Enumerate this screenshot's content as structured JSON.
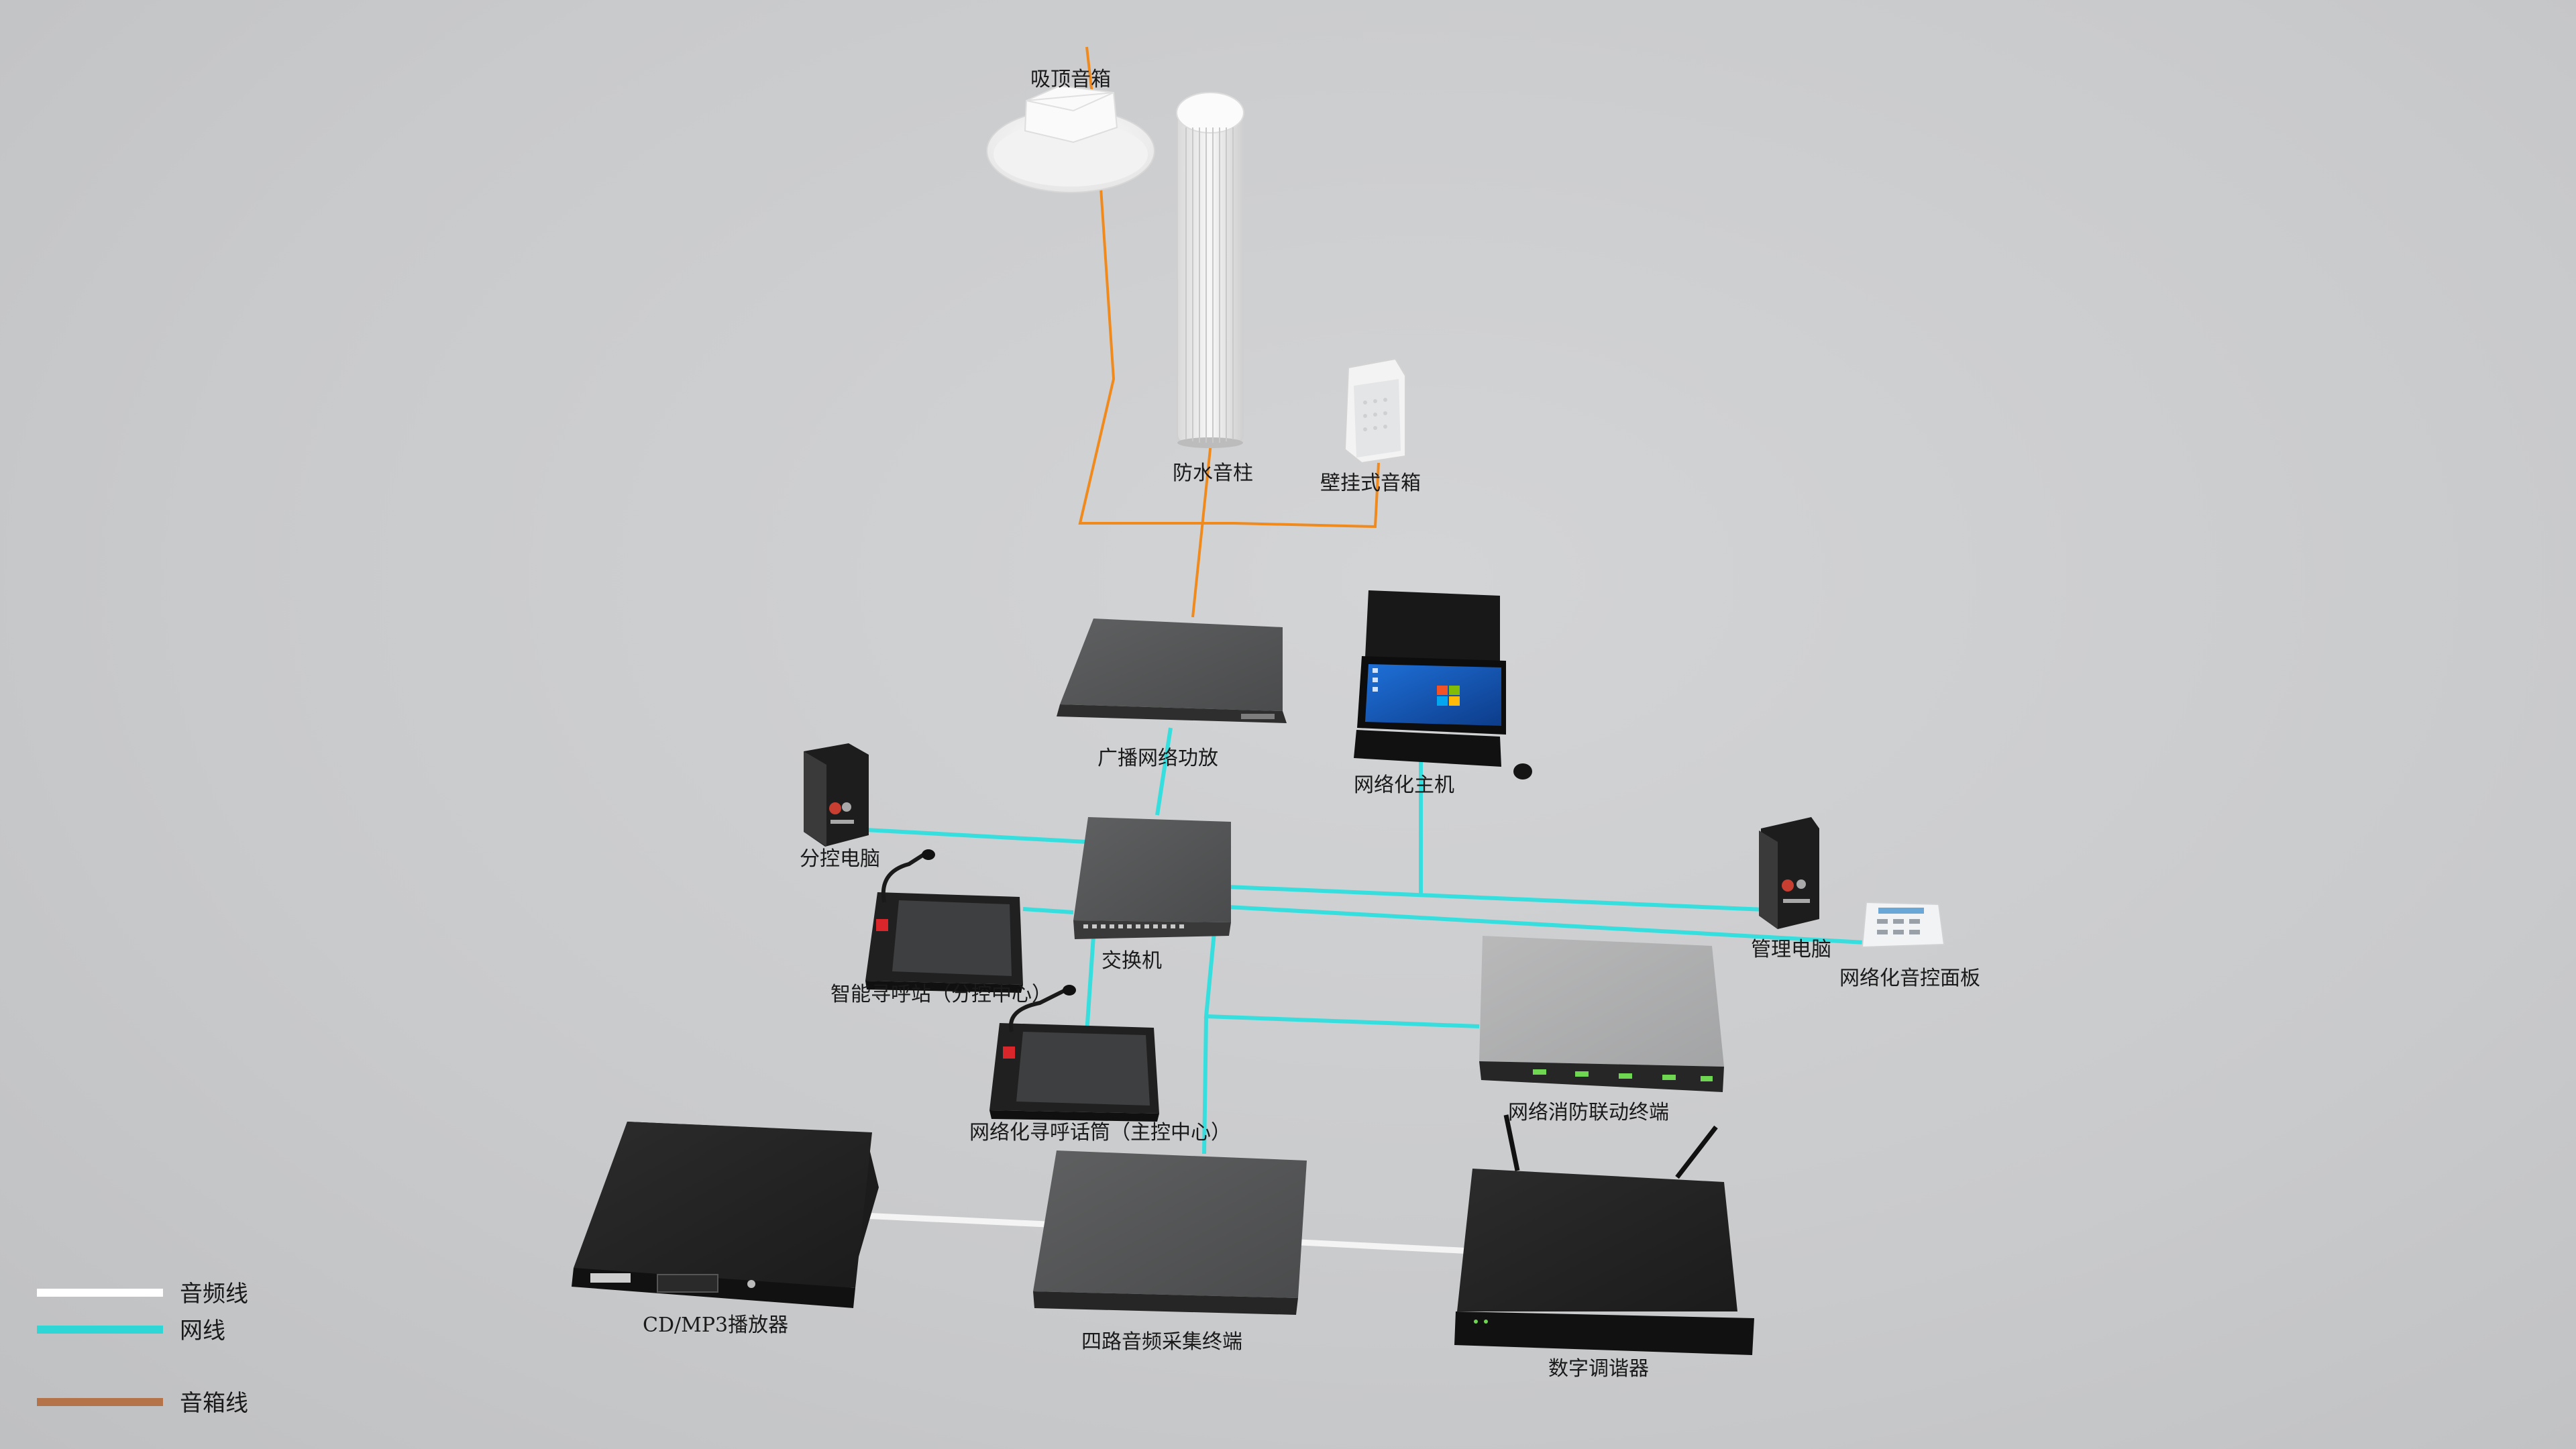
{
  "devices": {
    "ceiling_speaker": "吸顶音箱",
    "waterproof_column": "防水音柱",
    "wall_speaker": "壁挂式音箱",
    "amplifier": "广播网络功放",
    "host": "网络化主机",
    "sub_pc": "分控电脑",
    "switch": "交换机",
    "admin_pc": "管理电脑",
    "control_panel": "网络化音控面板",
    "paging_station": "智能寻呼站（分控中心）",
    "paging_mic": "网络化寻呼话筒（主控中心）",
    "fire_terminal": "网络消防联动终端",
    "cd_player": "CD/MP3播放器",
    "audio_collector": "四路音频采集终端",
    "tuner": "数字调谐器"
  },
  "legend": [
    {
      "label": "音频线",
      "color": "#ffffff"
    },
    {
      "label": "网线",
      "color": "#2fd6d6"
    },
    {
      "label": "音箱线",
      "color": "#b5734a"
    }
  ],
  "colors": {
    "network": "#37dede",
    "speaker_wire": "#f08a1c",
    "audio": "#f4f4f4"
  }
}
